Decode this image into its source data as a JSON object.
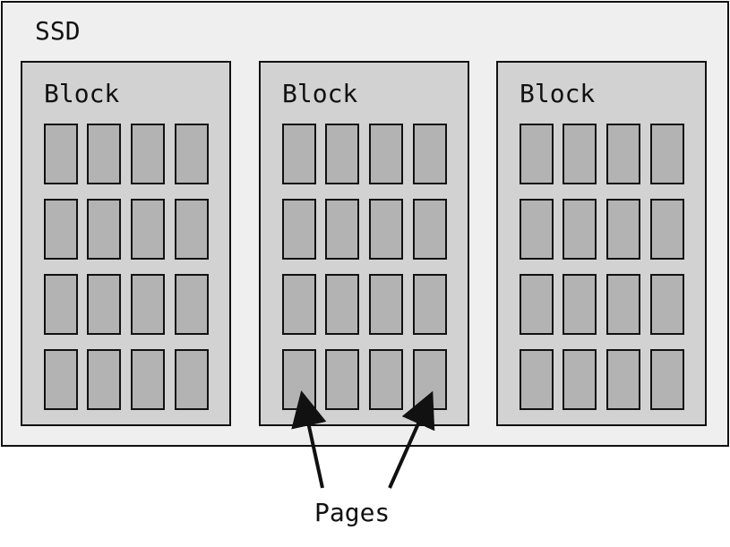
{
  "diagram": {
    "ssd_label": "SSD",
    "blocks": [
      {
        "label": "Block",
        "page_rows": 4,
        "page_cols": 4
      },
      {
        "label": "Block",
        "page_rows": 4,
        "page_cols": 4
      },
      {
        "label": "Block",
        "page_rows": 4,
        "page_cols": 4
      }
    ],
    "pages_label": "Pages",
    "colors": {
      "outline": "#111111",
      "ssd_fill": "#efefef",
      "block_fill": "#d2d2d2",
      "page_fill": "#b3b3b3"
    }
  }
}
